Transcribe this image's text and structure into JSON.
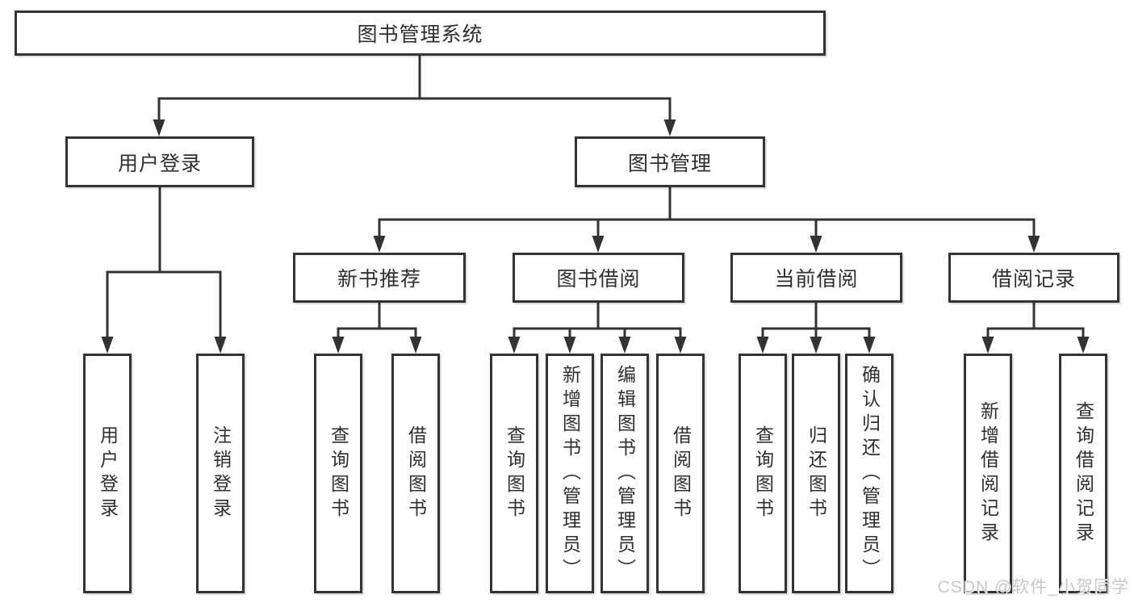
{
  "tree": {
    "root": "图书管理系统",
    "login": {
      "label": "用户登录",
      "children": [
        "用户登录",
        "注销登录"
      ]
    },
    "manage": {
      "label": "图书管理",
      "groups": [
        {
          "label": "新书推荐",
          "children": [
            "查询图书",
            "借阅图书"
          ]
        },
        {
          "label": "图书借阅",
          "children": [
            "查询图书",
            "新增图书（管理员）",
            "编辑图书（管理员）",
            "借阅图书"
          ]
        },
        {
          "label": "当前借阅",
          "children": [
            "查询图书",
            "归还图书",
            "确认归还（管理员）"
          ]
        },
        {
          "label": "借阅记录",
          "children": [
            "新增借阅记录",
            "查询借阅记录"
          ]
        }
      ]
    }
  },
  "watermark": "CSDN @软件_小贺同学",
  "colors": {
    "line": "#333333",
    "text": "#2f2f2f",
    "watermark": "#c8c8c8",
    "background": "#ffffff"
  }
}
